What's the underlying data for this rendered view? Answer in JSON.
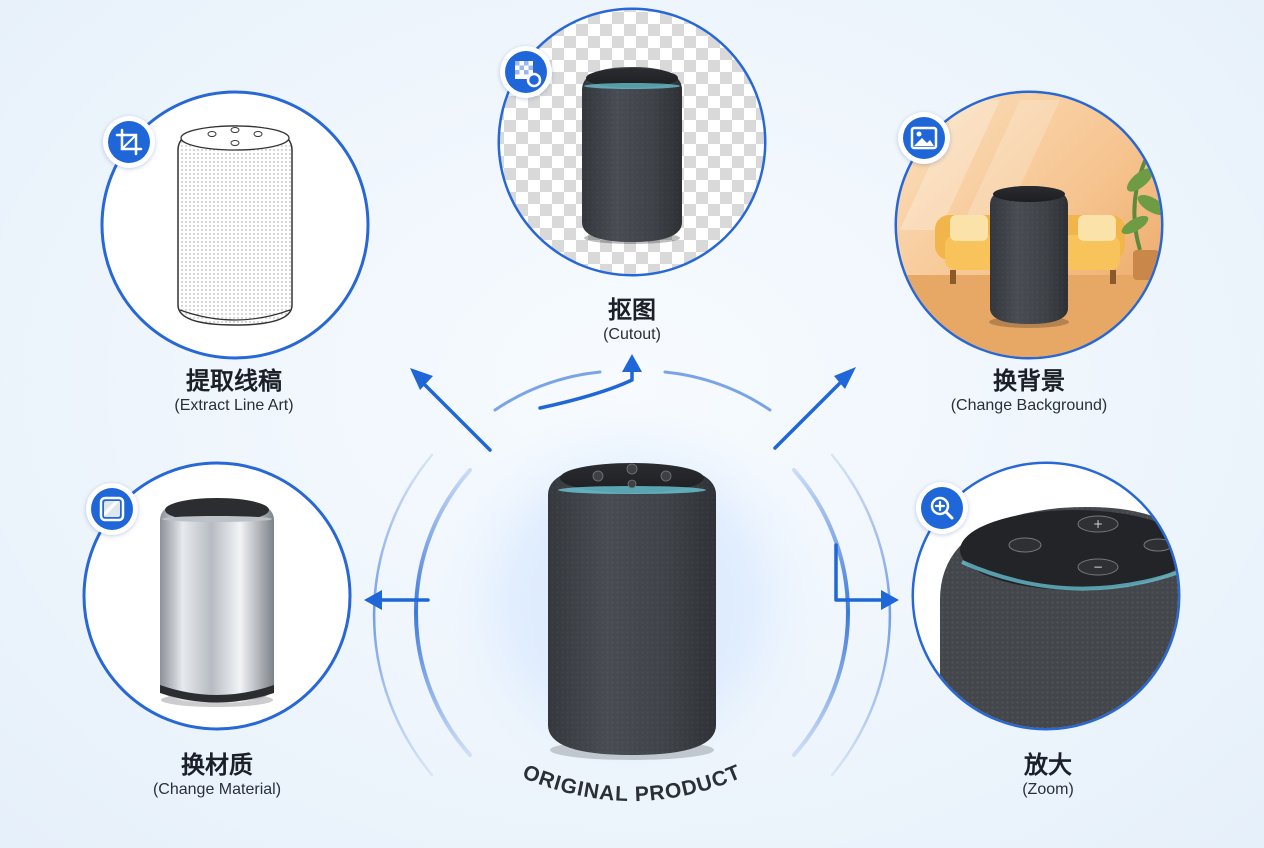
{
  "center": {
    "caption": "ORIGINAL PRODUCT"
  },
  "nodes": [
    {
      "id": "line-art",
      "title_zh": "提取线稿",
      "title_en": "(Extract Line Art)",
      "icon": "crop-icon"
    },
    {
      "id": "cutout",
      "title_zh": "抠图",
      "title_en": "(Cutout)",
      "icon": "cutout-icon"
    },
    {
      "id": "background",
      "title_zh": "换背景",
      "title_en": "(Change Background)",
      "icon": "image-icon"
    },
    {
      "id": "material",
      "title_zh": "换材质",
      "title_en": "(Change Material)",
      "icon": "material-icon"
    },
    {
      "id": "zoom",
      "title_zh": "放大",
      "title_en": "(Zoom)",
      "icon": "zoom-in-icon"
    }
  ],
  "colors": {
    "accent": "#1f66d8",
    "ring": "#2767d6",
    "speaker_dark": "#3a3d42",
    "light_ring": "#5fd3e0"
  }
}
